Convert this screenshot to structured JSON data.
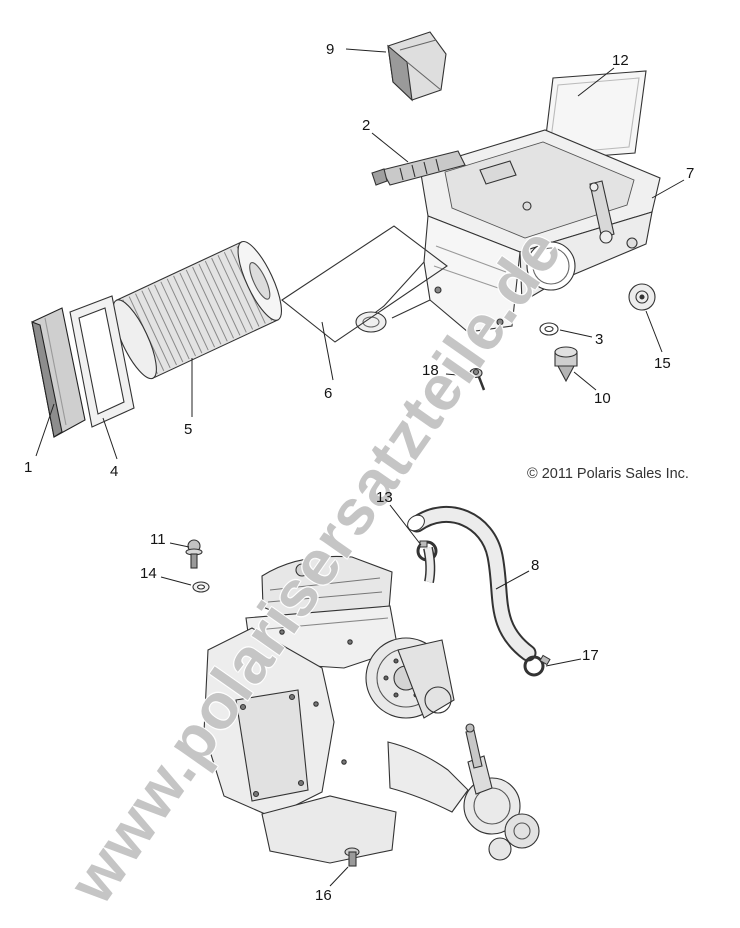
{
  "diagram": {
    "watermark": "www.polarisersatzteile.de",
    "copyright": "© 2011 Polaris Sales Inc.",
    "callouts": [
      {
        "label": "1"
      },
      {
        "label": "2"
      },
      {
        "label": "3"
      },
      {
        "label": "4"
      },
      {
        "label": "5"
      },
      {
        "label": "6"
      },
      {
        "label": "7"
      },
      {
        "label": "8"
      },
      {
        "label": "9"
      },
      {
        "label": "10"
      },
      {
        "label": "11"
      },
      {
        "label": "12"
      },
      {
        "label": "13"
      },
      {
        "label": "14"
      },
      {
        "label": "15"
      },
      {
        "label": "16"
      },
      {
        "label": "17"
      },
      {
        "label": "18"
      }
    ]
  }
}
